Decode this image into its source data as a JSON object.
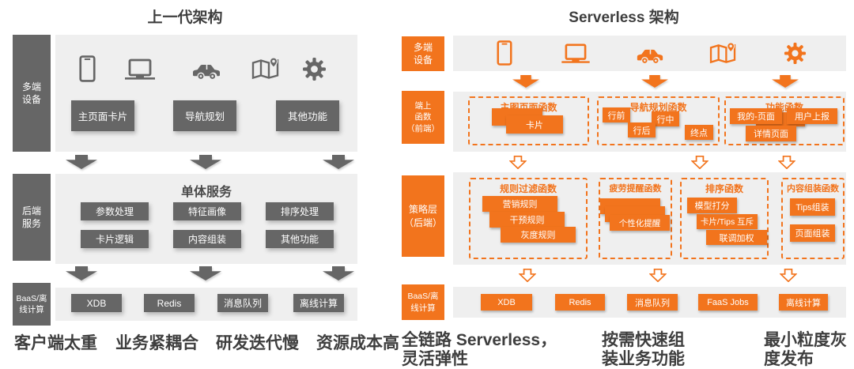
{
  "colors": {
    "orange": "#f2741d",
    "dark_gray": "#666666",
    "panel_gray": "#efefef",
    "text_dark": "#3e3e3e"
  },
  "left": {
    "title": "上一代架构",
    "device_icons": [
      "smartphone",
      "laptop",
      "car",
      "map-pin",
      "gear"
    ],
    "sidebar": [
      {
        "label": "多端\n设备"
      },
      {
        "label": "后端\n服务"
      },
      {
        "label": "BaaS/离\n线计算"
      }
    ],
    "row1_boxes": [
      "主页面卡片",
      "导航规划",
      "其他功能"
    ],
    "row2_title": "单体服务",
    "row2_boxes": [
      "参数处理",
      "特征画像",
      "排序处理",
      "卡片逻辑",
      "内容组装",
      "其他功能"
    ],
    "row3_boxes": [
      "XDB",
      "Redis",
      "消息队列",
      "离线计算"
    ],
    "captions": [
      "客户端太重",
      "业务紧耦合",
      "研发迭代慢",
      "资源成本高"
    ]
  },
  "right": {
    "title": "Serverless 架构",
    "device_icons": [
      "smartphone",
      "laptop",
      "car",
      "map-pin",
      "gear"
    ],
    "sidebar": [
      {
        "label": "多端\n设备"
      },
      {
        "label": "端上\n函数\n（前端）"
      },
      {
        "label": "策略层\n（后端）"
      },
      {
        "label": "BaaS/离\n线计算"
      }
    ],
    "frontend_groups": [
      {
        "label": "主图页面函数",
        "boxes": [
          "卡片"
        ]
      },
      {
        "label": "导航规划函数",
        "boxes": [
          "行前",
          "行中",
          "行后",
          "终点"
        ]
      },
      {
        "label": "功能函数",
        "boxes": [
          "我的-页面",
          "用户上报",
          "详情页面"
        ]
      }
    ],
    "strategy_groups": [
      {
        "label": "规则过滤函数",
        "boxes": [
          "营销规则",
          "干预规则",
          "灰度规则"
        ]
      },
      {
        "label": "疲劳提醒函数",
        "boxes": [
          "个性化提醒"
        ]
      },
      {
        "label": "排序函数",
        "boxes": [
          "模型打分",
          "卡片/Tips 互斥",
          "联调加权"
        ]
      },
      {
        "label": "内容组装函数",
        "boxes": [
          "Tips组装",
          "页面组装"
        ]
      }
    ],
    "baas_boxes": [
      "XDB",
      "Redis",
      "消息队列",
      "FaaS Jobs",
      "离线计算"
    ],
    "captions": [
      "全链路 Serverless，\n灵活弹性",
      "按需快速组\n装业务功能",
      "最小粒度灰\n度发布"
    ]
  }
}
